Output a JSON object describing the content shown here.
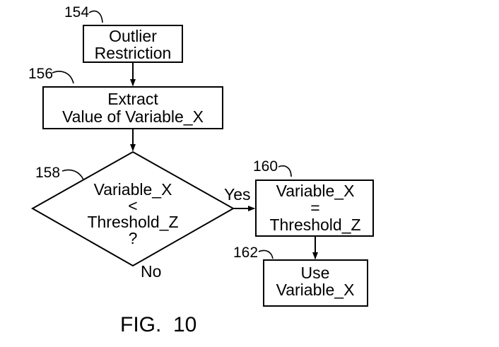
{
  "figure": {
    "caption": "FIG.  10"
  },
  "nodes": {
    "outlier": {
      "ref": "154",
      "line1": "Outlier",
      "line2": "Restriction"
    },
    "extract": {
      "ref": "156",
      "line1": "Extract",
      "line2": "Value of Variable_X"
    },
    "decision": {
      "ref": "158",
      "line1": "Variable_X",
      "line2": "<",
      "line3": "Threshold_Z",
      "line4": "?"
    },
    "assign": {
      "ref": "160",
      "line1": "Variable_X",
      "line2": "=",
      "line3": "Threshold_Z"
    },
    "use": {
      "ref": "162",
      "line1": "Use",
      "line2": "Variable_X"
    }
  },
  "edges": {
    "yes_label": "Yes",
    "no_label": "No"
  }
}
